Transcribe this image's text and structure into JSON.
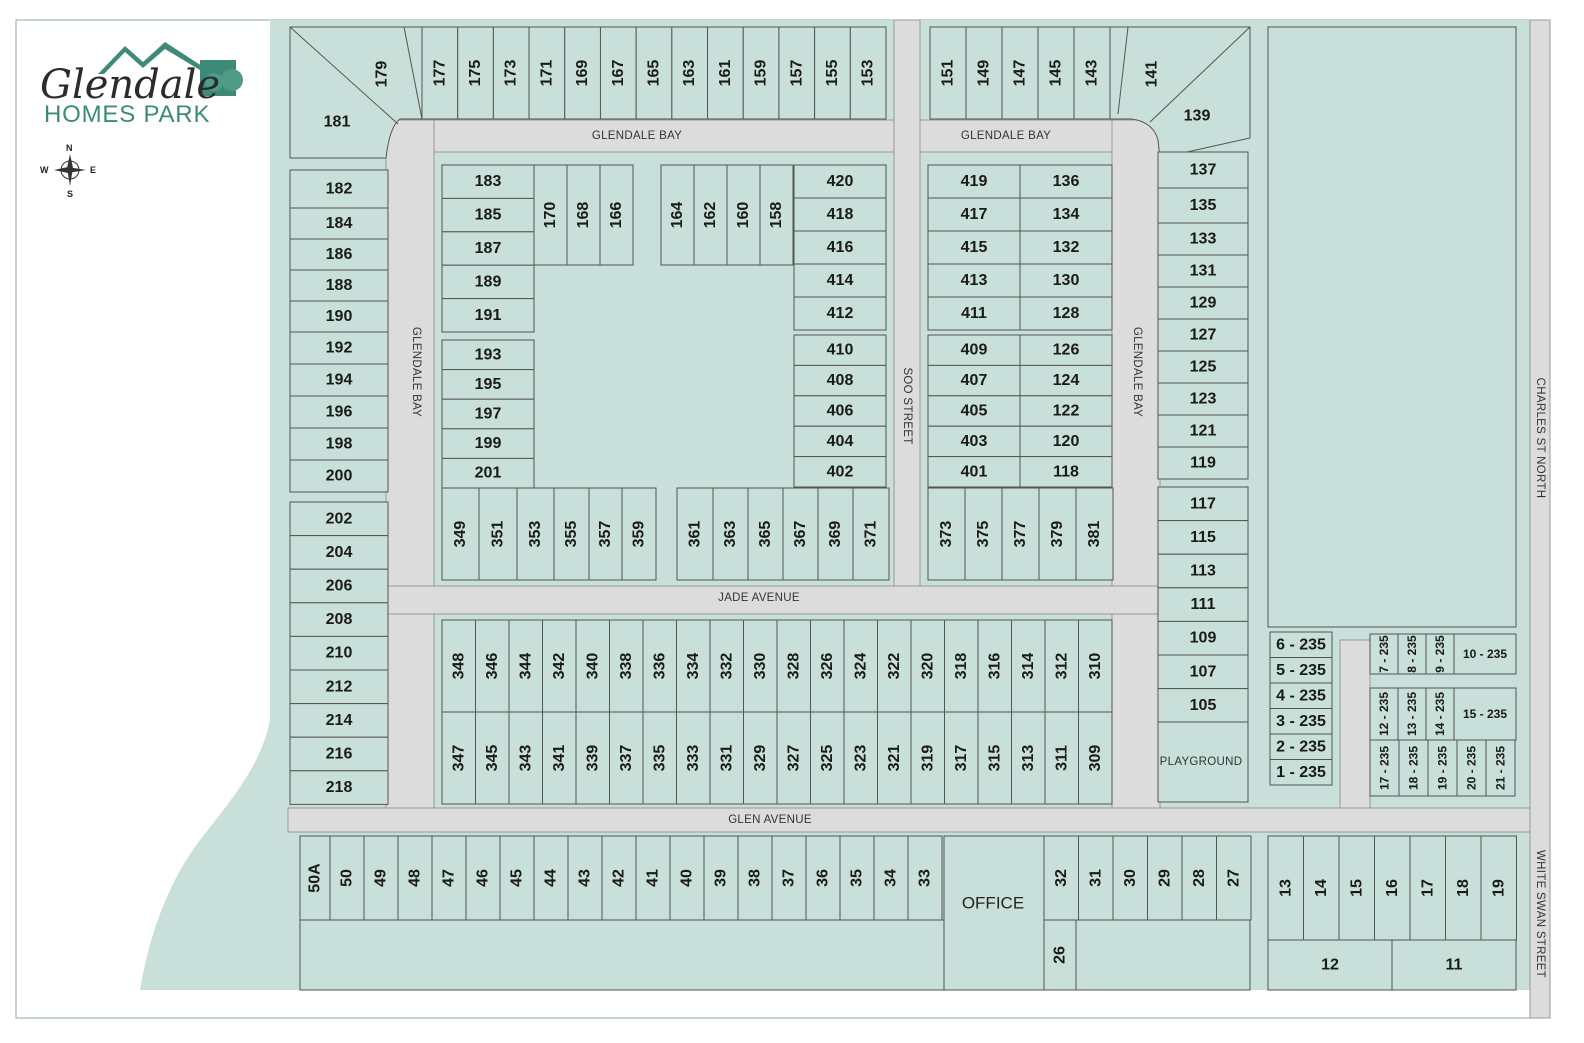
{
  "colors": {
    "lot_fill": "#c8dfda",
    "road": "#d9d9d9",
    "brand_green": "#3d8a78"
  },
  "logo": {
    "script": "Glendale",
    "name": "HOMES PARK"
  },
  "compass": {
    "n": "N",
    "s": "S",
    "e": "E",
    "w": "W"
  },
  "streets": {
    "glendale_bay": "GLENDALE BAY",
    "soo_street": "SOO STREET",
    "jade_avenue": "JADE AVENUE",
    "glen_avenue": "GLEN AVENUE",
    "charles_st_north": "CHARLES ST NORTH",
    "white_swan_street": "WHITE SWAN STREET"
  },
  "labels": {
    "playground": "PLAYGROUND",
    "office": "OFFICE"
  },
  "lots": {
    "top_left_row": [
      "177",
      "175",
      "173",
      "171",
      "169",
      "167",
      "165",
      "163",
      "161",
      "159",
      "157",
      "155",
      "153"
    ],
    "top_right_row": [
      "151",
      "149",
      "147",
      "145",
      "143"
    ],
    "corner_nw": [
      "179",
      "181"
    ],
    "corner_ne": [
      "141",
      "139"
    ],
    "west_column_a": [
      "182",
      "184",
      "186",
      "188",
      "190",
      "192",
      "194",
      "196",
      "198",
      "200"
    ],
    "west_column_b": [
      "202",
      "204",
      "206",
      "208",
      "210",
      "212",
      "214",
      "216",
      "218"
    ],
    "block1_left": [
      "183",
      "185",
      "187",
      "189",
      "191"
    ],
    "block1_top_left": [
      "170",
      "168",
      "166"
    ],
    "block1_top_right": [
      "164",
      "162",
      "160",
      "158"
    ],
    "block1_left_lower": [
      "193",
      "195",
      "197",
      "199",
      "201"
    ],
    "block1_right_upper": [
      "420",
      "418",
      "416",
      "414",
      "412"
    ],
    "block1_right_lower": [
      "410",
      "408",
      "406",
      "404",
      "402"
    ],
    "block1_bottom_left": [
      "349",
      "351",
      "353",
      "355",
      "357",
      "359"
    ],
    "block1_bottom_right": [
      "361",
      "363",
      "365",
      "367",
      "369",
      "371"
    ],
    "block2_left_upper": [
      "419",
      "417",
      "415",
      "413",
      "411"
    ],
    "block2_right_upper": [
      "136",
      "134",
      "132",
      "130",
      "128"
    ],
    "block2_left_lower": [
      "409",
      "407",
      "405",
      "403",
      "401"
    ],
    "block2_right_lower": [
      "126",
      "124",
      "122",
      "120",
      "118"
    ],
    "block2_bottom": [
      "373",
      "375",
      "377",
      "379",
      "381"
    ],
    "east_column_a": [
      "137",
      "135",
      "133",
      "131",
      "129",
      "127",
      "125",
      "123",
      "121",
      "119"
    ],
    "east_column_b": [
      "117",
      "115",
      "113",
      "111",
      "109",
      "107",
      "105"
    ],
    "south_block_top": [
      "348",
      "346",
      "344",
      "342",
      "340",
      "338",
      "336",
      "334",
      "332",
      "330",
      "328",
      "326",
      "324",
      "322",
      "320",
      "318",
      "316",
      "314",
      "312",
      "310"
    ],
    "south_block_bottom": [
      "347",
      "345",
      "343",
      "341",
      "339",
      "337",
      "335",
      "333",
      "331",
      "329",
      "327",
      "325",
      "323",
      "321",
      "319",
      "317",
      "315",
      "313",
      "311",
      "309"
    ],
    "glen_south_left": [
      "50A",
      "50",
      "49",
      "48",
      "47",
      "46",
      "45",
      "44",
      "43",
      "42",
      "41",
      "40",
      "39",
      "38",
      "37",
      "36",
      "35",
      "34",
      "33"
    ],
    "glen_south_mid": [
      "32",
      "31",
      "30",
      "29",
      "28",
      "27"
    ],
    "glen_south_26": "26",
    "glen_south_right": [
      "13",
      "14",
      "15",
      "16",
      "17",
      "18",
      "19"
    ],
    "glen_south_bottom": [
      "12",
      "11"
    ],
    "park_235_left": [
      "6 - 235",
      "5 - 235",
      "4 - 235",
      "3 - 235",
      "2 - 235",
      "1 - 235"
    ],
    "park_235_top": [
      "7 - 235",
      "8 - 235",
      "9 - 235"
    ],
    "park_235_top_wide": "10 - 235",
    "park_235_mid": [
      "12 - 235",
      "13 - 235",
      "14 - 235"
    ],
    "park_235_mid_wide": "15 - 235",
    "park_235_bottom": [
      "17 - 235",
      "18 - 235",
      "19 - 235",
      "20 - 235",
      "21 - 235"
    ]
  }
}
